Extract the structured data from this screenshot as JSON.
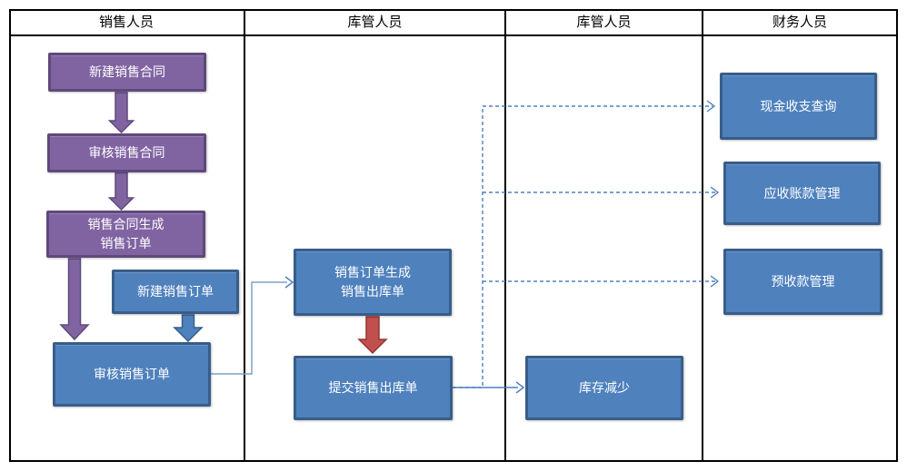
{
  "lanes": [
    {
      "label": "销售人员"
    },
    {
      "label": "库管人员"
    },
    {
      "label": "库管人员"
    },
    {
      "label": "财务人员"
    }
  ],
  "nodes": {
    "create_contract": {
      "label": "新建销售合同"
    },
    "audit_contract": {
      "label": "审核销售合同"
    },
    "contract_gen_order": {
      "label": "销售合同生成\n销售订单"
    },
    "create_order": {
      "label": "新建销售订单"
    },
    "audit_order": {
      "label": "审核销售订单"
    },
    "order_gen_outbound": {
      "label": "销售订单生成\n销售出库单"
    },
    "submit_outbound": {
      "label": "提交销售出库单"
    },
    "inventory_decrease": {
      "label": "库存减少"
    },
    "cash_query": {
      "label": "现金收支查询"
    },
    "receivable_mgmt": {
      "label": "应收账款管理"
    },
    "advance_receipt_mgmt": {
      "label": "预收款管理"
    }
  },
  "colors": {
    "purple_fill": "#8064A2",
    "purple_border": "#5F497A",
    "blue_fill": "#4F81BD",
    "blue_border": "#385D8A",
    "red_fill": "#C0504D",
    "red_border": "#943634",
    "connector_blue": "#4F81BD",
    "connector_light_blue": "#7DA0C9",
    "grid_line": "#000000"
  }
}
